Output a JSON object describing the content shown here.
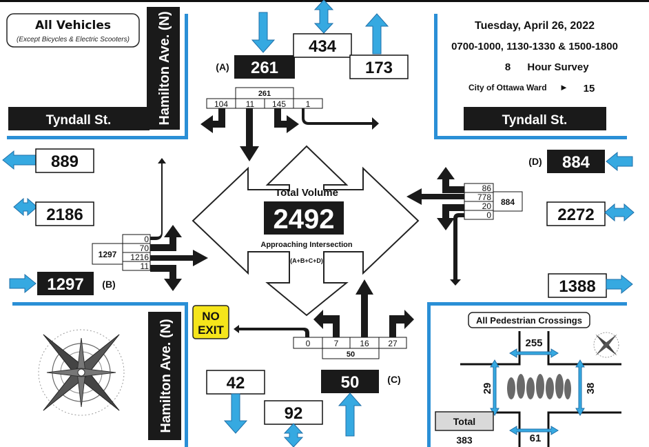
{
  "legend": {
    "title": "All Vehicles",
    "subtitle": "(Except Bicycles & Electric Scooters)"
  },
  "streets": {
    "ns": "Hamilton Ave. (N)",
    "ew": "Tyndall St."
  },
  "survey": {
    "date": "Tuesday, April 26, 2022",
    "periods": "0700-1000, 1130-1330 & 1500-1800",
    "hours": "8",
    "type": "Hour Survey",
    "ward_label": "City of Ottawa Ward",
    "ward_arrow": "►",
    "ward": "15"
  },
  "approaches": {
    "A": {
      "tag": "(A)",
      "approach": "261",
      "total": "434",
      "exit": "173",
      "sub_total": "261",
      "right": "104",
      "through": "11",
      "left": "145",
      "uturn": "1"
    },
    "B": {
      "tag": "(B)",
      "exit": "889",
      "total": "2186",
      "approach": "1297",
      "sub_total": "1297",
      "uturn": "0",
      "left": "70",
      "through": "1216",
      "right": "11"
    },
    "C": {
      "tag": "(C)",
      "approach": "50",
      "exit": "42",
      "total": "92",
      "sub_total": "50",
      "uturn": "0",
      "left": "7",
      "through": "16",
      "right": "27"
    },
    "D": {
      "tag": "(D)",
      "approach": "884",
      "total": "2272",
      "exit": "1388",
      "sub_total": "884",
      "right": "86",
      "through": "778",
      "left": "20",
      "uturn": "0"
    }
  },
  "center": {
    "label": "Total Volume",
    "value": "2492",
    "caption": "Approaching Intersection",
    "formula": "(A+B+C+D)"
  },
  "no_exit": {
    "line1": "NO",
    "line2": "EXIT"
  },
  "pedestrians": {
    "title": "All Pedestrian Crossings",
    "north": "255",
    "south": "61",
    "west": "29",
    "east": "38",
    "total_label": "Total",
    "total": "383"
  },
  "colors": {
    "blue": "#2a8fd6",
    "arrow_blue": "#36a9e1",
    "black": "#1a1a1a",
    "yellow": "#f5e51b"
  }
}
